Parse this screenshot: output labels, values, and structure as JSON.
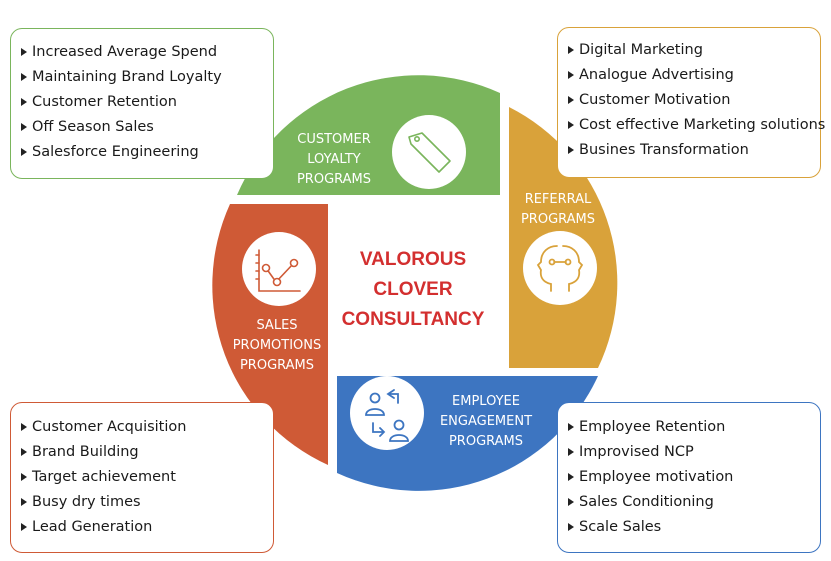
{
  "center_title": [
    "VALOROUS",
    "CLOVER",
    "CONSULTANCY"
  ],
  "segments": {
    "customer_loyalty": {
      "label": [
        "CUSTOMER",
        "LOYALTY",
        "PROGRAMS"
      ],
      "color": "#7ab55c",
      "icon": "price-tag-icon",
      "items": [
        "Increased Average Spend",
        "Maintaining Brand Loyalty",
        "Customer Retention",
        "Off Season Sales",
        "Salesforce Engineering"
      ]
    },
    "referral": {
      "label": [
        "REFERRAL",
        "PROGRAMS"
      ],
      "color": "#d9a23a",
      "icon": "two-heads-icon",
      "items": [
        "Digital Marketing",
        "Analogue Advertising",
        "Customer Motivation",
        "Cost effective Marketing solutions",
        "Busines Transformation"
      ]
    },
    "sales_promotions": {
      "label": [
        "SALES",
        "PROMOTIONS",
        "PROGRAMS"
      ],
      "color": "#cf5a36",
      "icon": "line-graph-icon",
      "items": [
        "Customer Acquisition",
        "Brand Building",
        "Target achievement",
        "Busy dry times",
        "Lead Generation"
      ]
    },
    "employee_engagement": {
      "label": [
        "EMPLOYEE",
        "ENGAGEMENT",
        "PROGRAMS"
      ],
      "color": "#3d75c1",
      "icon": "people-exchange-icon",
      "items": [
        "Employee Retention",
        "Improvised NCP",
        "Employee motivation",
        "Sales Conditioning",
        "Scale Sales"
      ]
    }
  },
  "title_color": "#d32f2f"
}
